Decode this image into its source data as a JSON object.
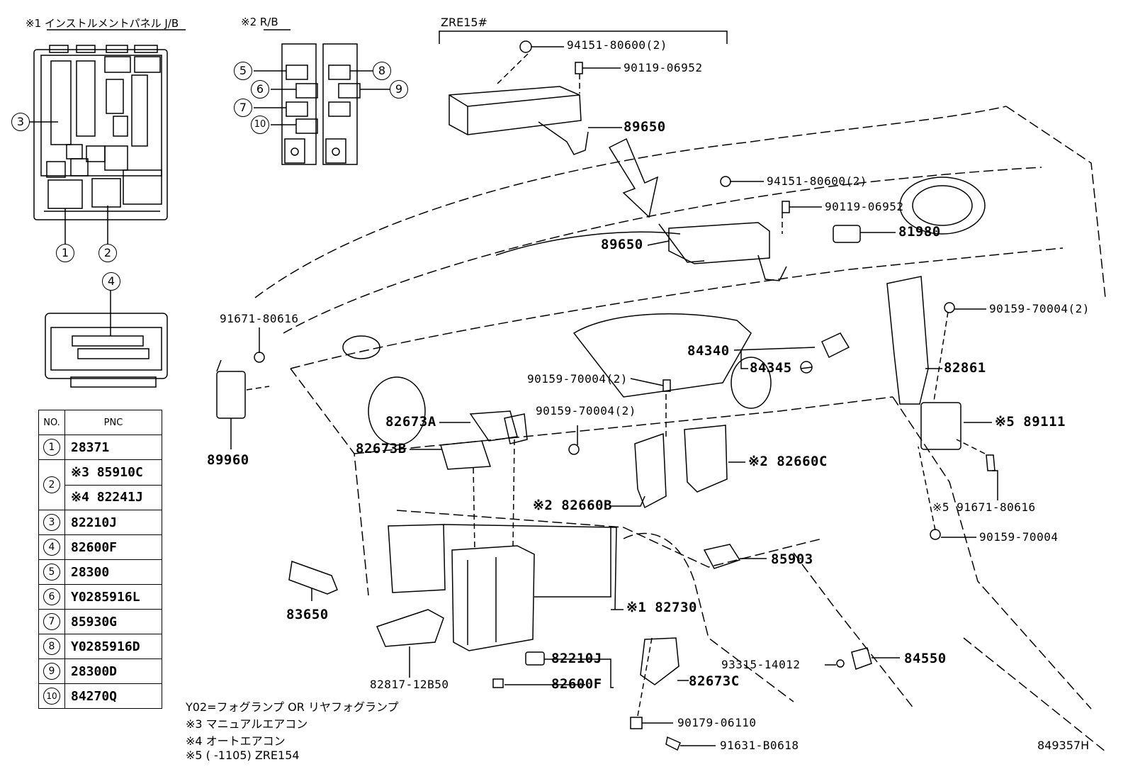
{
  "diagram_id": "849357H",
  "header": {
    "jb_title": "※1 インストルメントパネル J/B",
    "rb_title": "※2 R/B",
    "zre_title": "ZRE15#"
  },
  "callouts": {
    "c1": "1",
    "c2": "2",
    "c3": "3",
    "c4": "4",
    "c5": "5",
    "c6": "6",
    "c7": "7",
    "c8": "8",
    "c9": "9",
    "c10": "10"
  },
  "parts": {
    "p94151_top": "94151-80600(2)",
    "p90119_top": "90119-06952",
    "p89650_top": "89650",
    "p94151_mid": "94151-80600(2)",
    "p90119_mid": "90119-06952",
    "p81980": "81980",
    "p89650_mid": "89650",
    "p90159_right": "90159-70004(2)",
    "p84340": "84340",
    "p84345": "84345",
    "p82861": "82861",
    "p90159_center": "90159-70004(2)",
    "p90159_center2": "90159-70004(2)",
    "p91671_left": "91671-80616",
    "p89960": "89960",
    "p82673A": "82673A",
    "p82673B": "82673B",
    "p89111": "※5 89111",
    "p82660C": "※2 82660C",
    "p82660B": "※2 82660B",
    "p91671_right": "※5 91671-80616",
    "p90159_right2": "90159-70004",
    "p85903": "85903",
    "p82730": "※1 82730",
    "p83650": "83650",
    "p82210J": "82210J",
    "p82600F": "82600F",
    "p82817": "82817-12B50",
    "p82673C": "82673C",
    "p93315": "93315-14012",
    "p84550": "84550",
    "p90179": "90179-06110",
    "p91631": "91631-B0618"
  },
  "table": {
    "head_no": "NO.",
    "head_pnc": "PNC",
    "rows": [
      {
        "no": "1",
        "pnc": "28371"
      },
      {
        "no": "2",
        "pnc": "※3 85910C",
        "pnc2": "※4 82241J"
      },
      {
        "no": "3",
        "pnc": "82210J"
      },
      {
        "no": "4",
        "pnc": "82600F"
      },
      {
        "no": "5",
        "pnc": "28300"
      },
      {
        "no": "6",
        "pnc": "Y0285916L"
      },
      {
        "no": "7",
        "pnc": "85930G"
      },
      {
        "no": "8",
        "pnc": "Y0285916D"
      },
      {
        "no": "9",
        "pnc": "28300D"
      },
      {
        "no": "10",
        "pnc": "84270Q"
      }
    ]
  },
  "notes": {
    "n1": "Y02=フォグランプ OR リヤフォグランプ",
    "n2": "※3 マニュアルエアコン",
    "n3": "※4 オートエアコン",
    "n4": "※5 (      -1105) ZRE154"
  }
}
